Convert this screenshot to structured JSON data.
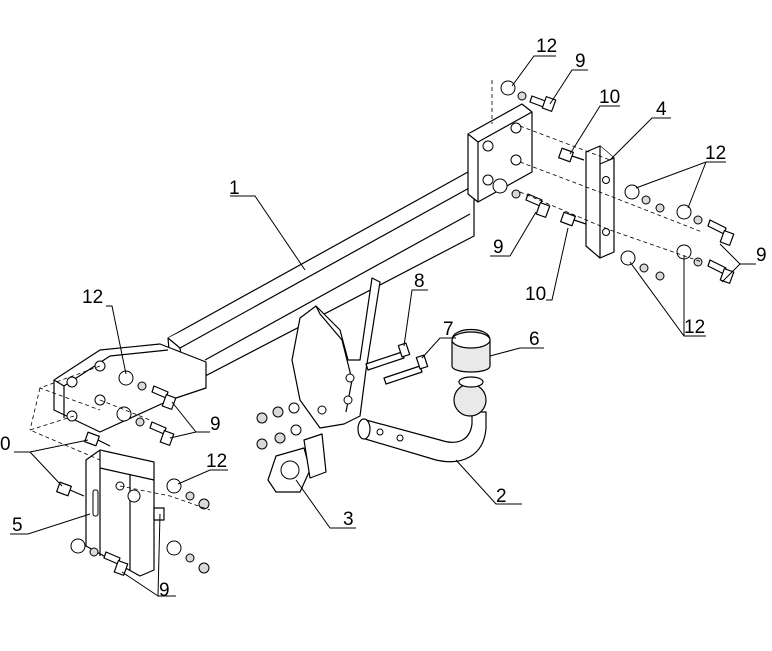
{
  "labels": {
    "l1": "1",
    "l2": "2",
    "l3": "3",
    "l4": "4",
    "l5": "5",
    "l6": "6",
    "l7": "7",
    "l8": "8",
    "l9a": "9",
    "l9b": "9",
    "l9c": "9",
    "l9d": "9",
    "l9e": "9",
    "l10a": "10",
    "l10b": "10",
    "l10c": "0",
    "l12a": "12",
    "l12b": "12",
    "l12c": "12",
    "l12d": "12",
    "l12e": "12"
  }
}
